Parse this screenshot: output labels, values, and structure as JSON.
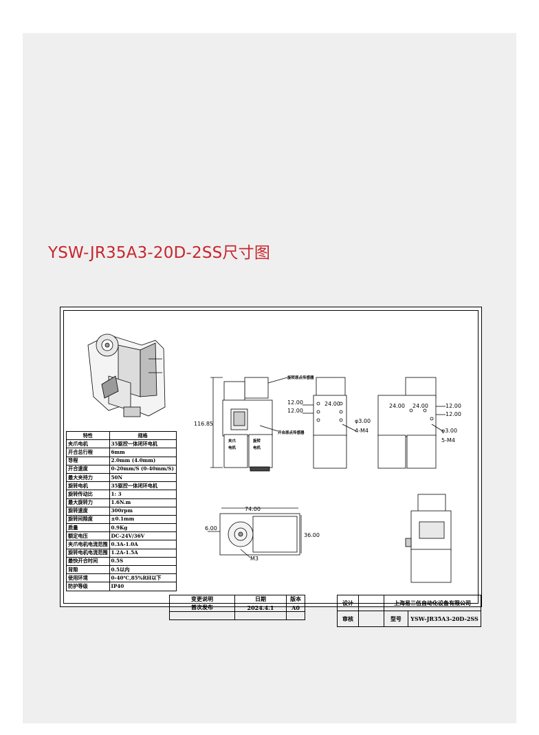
{
  "title": "YSW-JR35A3-20D-2SS尺寸图",
  "drawing": {
    "dims": {
      "height": "116.85",
      "w1": "24.00",
      "w2": "24.00",
      "w3": "24.00",
      "h1": "12.00",
      "h2": "12.00",
      "h3": "12.00",
      "h4": "12.00",
      "hole1": "φ3.00",
      "thread1": "4-M4",
      "hole2": "φ3.00",
      "thread2": "5-M4",
      "length": "74.00",
      "depth": "36.00",
      "offset": "6.00",
      "thread3": "M3"
    },
    "notes": {
      "rotate_sensor": "旋转原点传感器",
      "open_sensor": "开合原点传感器",
      "clamp_motor_a": "夹爪",
      "clamp_motor_b": "电机",
      "rotate_motor_a": "旋转",
      "rotate_motor_b": "电机"
    }
  },
  "specs": {
    "header": [
      "特性",
      "规格"
    ],
    "rows": [
      [
        "夹爪电机",
        "35驱控一体闭环电机"
      ],
      [
        "开合总行程",
        "6mm"
      ],
      [
        "导程",
        "2.0mm        (4.0mm)"
      ],
      [
        "开合速度",
        "0-20mm/S  (0-40mm/S)"
      ],
      [
        "最大夹持力",
        "50N"
      ],
      [
        "旋转电机",
        "35驱控一体闭环电机"
      ],
      [
        "旋转传动比",
        "1: 3"
      ],
      [
        "最大旋转力",
        "1.6N.m"
      ],
      [
        "旋转速度",
        "300rpm"
      ],
      [
        "旋转间隙度",
        "±0.1mm"
      ],
      [
        "质量",
        "0.9Kg"
      ],
      [
        "额定电压",
        "DC-24V/36V"
      ],
      [
        "夹爪电机电流范围",
        "0.3A-1.0A"
      ],
      [
        "旋转电机电流范围",
        "1.2A-1.5A"
      ],
      [
        "最快开合时间",
        "0.5S"
      ],
      [
        "背隙",
        "0.5以内"
      ],
      [
        "使用环境",
        "0-40℃,85%RH以下"
      ],
      [
        "防护等级",
        "IP40"
      ]
    ]
  },
  "title_block": {
    "change_label": "变更说明",
    "first_release": "首次发布",
    "date_label": "日期",
    "date_value": "2024.4.1",
    "version_label": "版本",
    "version_value": "A0",
    "design_label": "设计",
    "review_label": "审核",
    "company": "上海易三伍自动化设备有限公司",
    "model_label": "型号",
    "model_value": "YSW-JR35A3-20D-2SS"
  }
}
